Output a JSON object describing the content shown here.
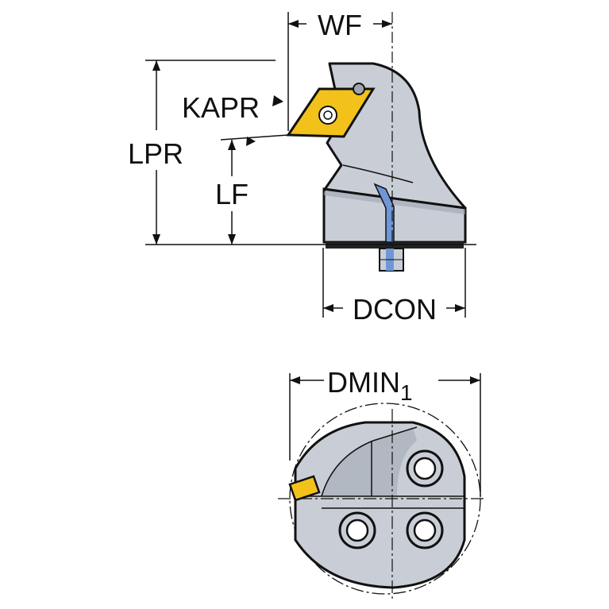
{
  "labels": {
    "wf": "WF",
    "kapr": "KAPR",
    "lpr": "LPR",
    "lf": "LF",
    "dcon": "DCON",
    "dmin": "DMIN",
    "dmin_subscript": "1"
  },
  "colors": {
    "insert": "#f2c21a",
    "body": "#c9ced6",
    "body_shade": "#9ea6b2",
    "coolant": "#6f97d6",
    "line": "#111111"
  }
}
